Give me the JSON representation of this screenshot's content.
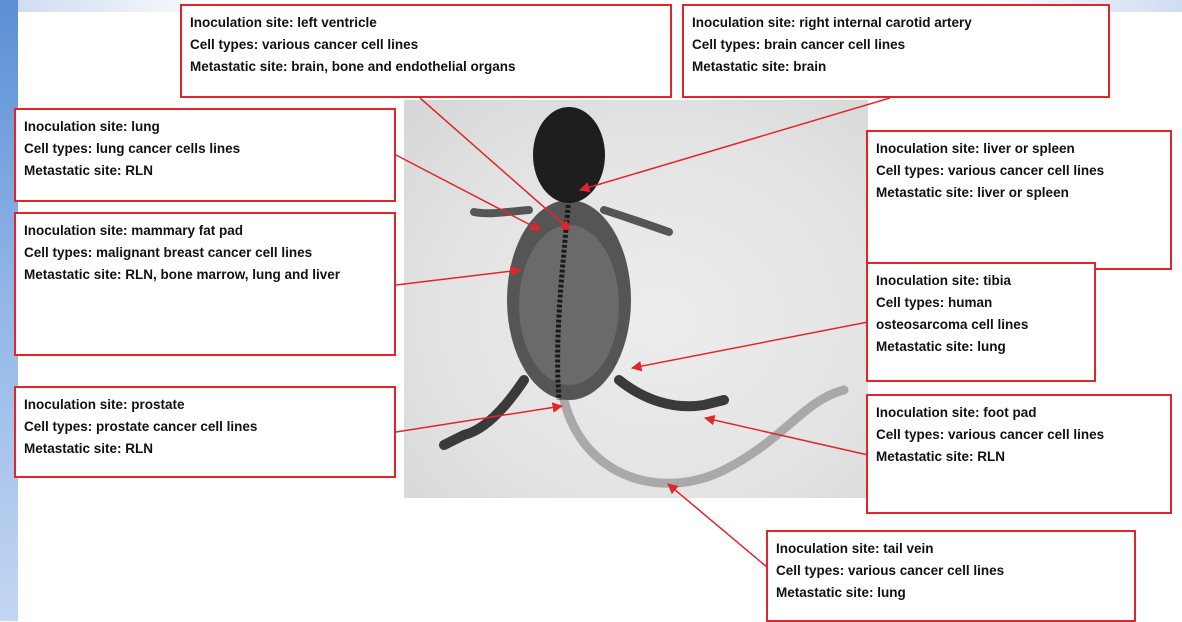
{
  "colors": {
    "box_border": "#e0262b",
    "arrow": "#e0262b",
    "side_band": "#5b8fd4"
  },
  "labels": {
    "left_ventricle": {
      "site": "Inoculation site: left ventricle",
      "cells": "Cell types: various cancer cell lines",
      "meta": "Metastatic site: brain, bone and endothelial organs"
    },
    "carotid": {
      "site": "Inoculation site: right internal carotid artery",
      "cells": "Cell types: brain cancer cell lines",
      "meta": "Metastatic site: brain"
    },
    "lung": {
      "site": "Inoculation site: lung",
      "cells": "Cell types: lung cancer cells lines",
      "meta": "Metastatic site: RLN"
    },
    "liver": {
      "site": "Inoculation site: liver or spleen",
      "cells": "Cell types: various cancer cell lines",
      "meta": "Metastatic site: liver or spleen"
    },
    "mammary": {
      "site": "Inoculation site: mammary fat pad",
      "cells": "Cell types: malignant breast cancer cell lines",
      "meta": "Metastatic site: RLN, bone marrow, lung and liver"
    },
    "tibia": {
      "site": "Inoculation site: tibia",
      "cells": "Cell types: human osteosarcoma cell lines",
      "meta": "Metastatic site: lung"
    },
    "prostate": {
      "site": "Inoculation site: prostate",
      "cells": "Cell types: prostate cancer cell lines",
      "meta": "Metastatic site: RLN"
    },
    "footpad": {
      "site": "Inoculation site: foot pad",
      "cells": "Cell types: various cancer cell lines",
      "meta": "Metastatic site: RLN"
    },
    "tail": {
      "site": "Inoculation site: tail vein",
      "cells": "Cell types: various cancer cell lines",
      "meta": "Metastatic site: lung"
    }
  }
}
